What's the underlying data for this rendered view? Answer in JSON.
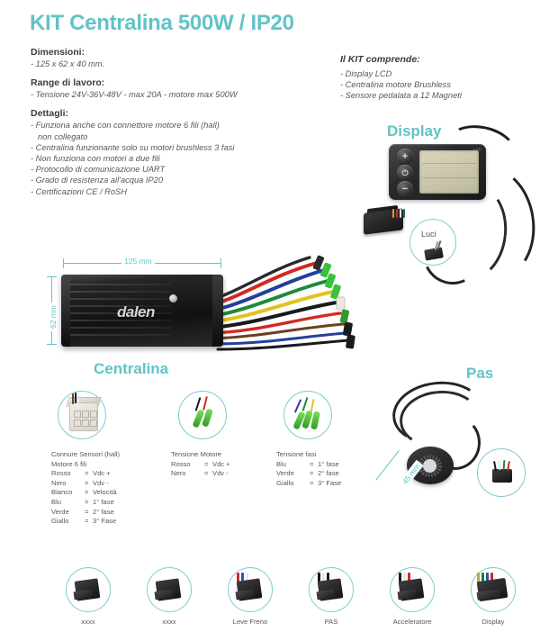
{
  "title": "KIT Centralina 500W / IP20",
  "theme": {
    "teal": "#62c3c7",
    "text_dark": "#3c3c3b",
    "text_body": "#58585a"
  },
  "specs": {
    "dimensioni": {
      "heading": "Dimensioni:",
      "lines": [
        "- 125 x 62 x 40 mm."
      ]
    },
    "range": {
      "heading": "Range di lavoro:",
      "lines": [
        "- Tensione 24V-36V-48V - max 20A - motore max 500W"
      ]
    },
    "dettagli": {
      "heading": "Dettagli:",
      "lines": [
        "- Funziona anche con connettore motore 6 fili (hall)",
        "non collegato",
        "- Centralina funzionante solo su motori brushless 3 fasi",
        "- Non funziona con motori a due fili",
        "- Protocollo di comunicazione UART",
        "- Grado di resistenza all'acqua IP20",
        "- Certificazioni CE / RoSH"
      ]
    },
    "comprende": {
      "heading": "Il KIT comprende:",
      "lines": [
        "- Display LCD",
        "- Centralina motore Brushless",
        "- Sensore pedalata a 12 Magneti"
      ]
    }
  },
  "sections": {
    "display": "Display",
    "centralina": "Centralina",
    "pas": "Pas"
  },
  "display_unit": {
    "button_plus": "+",
    "button_power": "⏻",
    "button_minus": "−",
    "brand": "LCD"
  },
  "callouts": {
    "luci": "Luci"
  },
  "controller": {
    "brand": "dalen",
    "dim_width": "125 mm",
    "dim_height": "62 mm"
  },
  "pas_sensor": {
    "dim": "45 mm"
  },
  "legend": [
    {
      "title_lines": [
        "Connure Sensori (hall)",
        "Motore 6 fili"
      ],
      "rows": [
        {
          "k": "Rosso",
          "v": "Vdc +"
        },
        {
          "k": "Nero",
          "v": "Vdv -"
        },
        {
          "k": "Bianco",
          "v": "Velocità"
        },
        {
          "k": "Blu",
          "v": "1° fase"
        },
        {
          "k": "Verde",
          "v": "2° fase"
        },
        {
          "k": "Giallo",
          "v": "3° Fase"
        }
      ]
    },
    {
      "title_lines": [
        "Tensione Motore"
      ],
      "rows": [
        {
          "k": "Rosso",
          "v": "Vdc +"
        },
        {
          "k": "Nero",
          "v": "Vdv -"
        }
      ]
    },
    {
      "title_lines": [
        "Tensione fasi"
      ],
      "rows": [
        {
          "k": "Blu",
          "v": "1° fase"
        },
        {
          "k": "Verde",
          "v": "2° fase"
        },
        {
          "k": "Giallo",
          "v": "3° Fase"
        }
      ]
    }
  ],
  "bottom_connectors": [
    {
      "label": "xxxx",
      "wires": []
    },
    {
      "label": "xxxx",
      "wires": []
    },
    {
      "label": "Leve Freno",
      "wires": [
        "#d42a25",
        "#2f54a8",
        "#e8e8e8"
      ]
    },
    {
      "label": "PAS",
      "wires": [
        "#1a1a1c",
        "#e8e8e8",
        "#1a1a1c"
      ]
    },
    {
      "label": "Acceleratore",
      "wires": [
        "#1a1a1c",
        "#e8e8e8",
        "#d42a25"
      ]
    },
    {
      "label": "Display",
      "wires": [
        "#c8a33a",
        "#1f7a3a",
        "#2f54a8",
        "#d42a25"
      ]
    }
  ],
  "wire_colors": {
    "red": "#d12a22",
    "blue": "#23409a",
    "green": "#1f8a3a",
    "yellow": "#e0c31e",
    "black": "#1a1a1c",
    "white": "#ededed",
    "brown": "#6b4022"
  }
}
